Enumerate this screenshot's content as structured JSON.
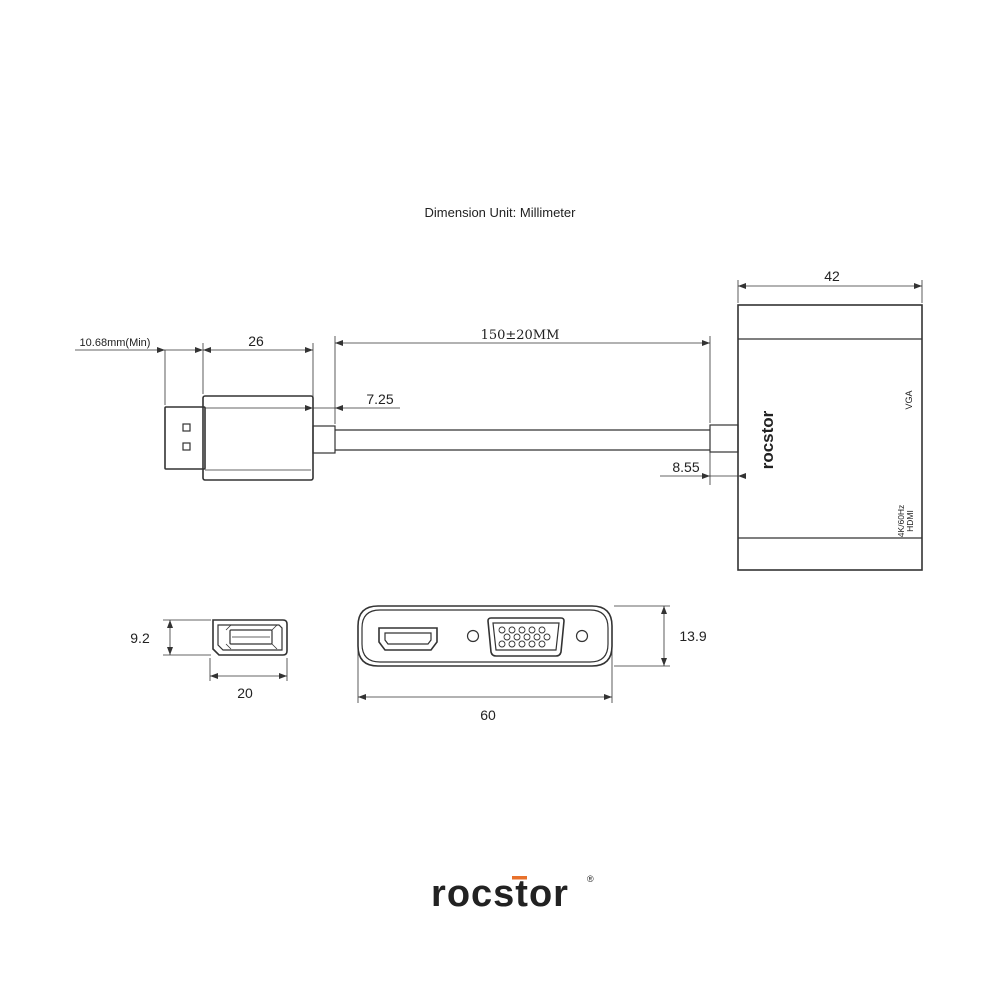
{
  "title": "Dimension Unit: Millimeter",
  "dimensions": {
    "plug_min": "10.68mm(Min)",
    "plug_body": "26",
    "cable": "150±20MM",
    "plug_collar": "7.25",
    "hub_collar": "8.55",
    "hub_length": "42",
    "dp_height": "9.2",
    "dp_width": "20",
    "hub_width": "60",
    "hub_height": "13.9"
  },
  "hub_labels": {
    "logo": "rocstor",
    "vga": "VGA",
    "hdmi_spec": "4K/60Hz",
    "hdmi": "HDMI"
  },
  "brand": {
    "logo": "rocstor",
    "registered": "®",
    "accent_color": "#e8712b"
  },
  "icons": [
    "displayport-plug-icon",
    "displayport-port-icon",
    "hdmi-port-icon",
    "vga-port-icon"
  ]
}
